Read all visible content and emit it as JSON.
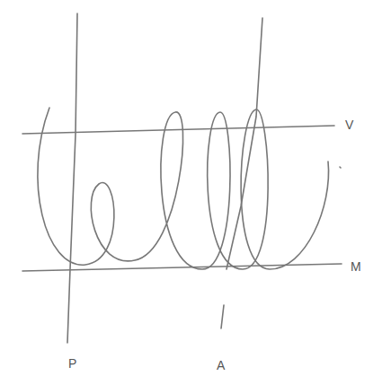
{
  "diagram": {
    "labels": [
      "V",
      "M",
      "P",
      "A"
    ]
  }
}
